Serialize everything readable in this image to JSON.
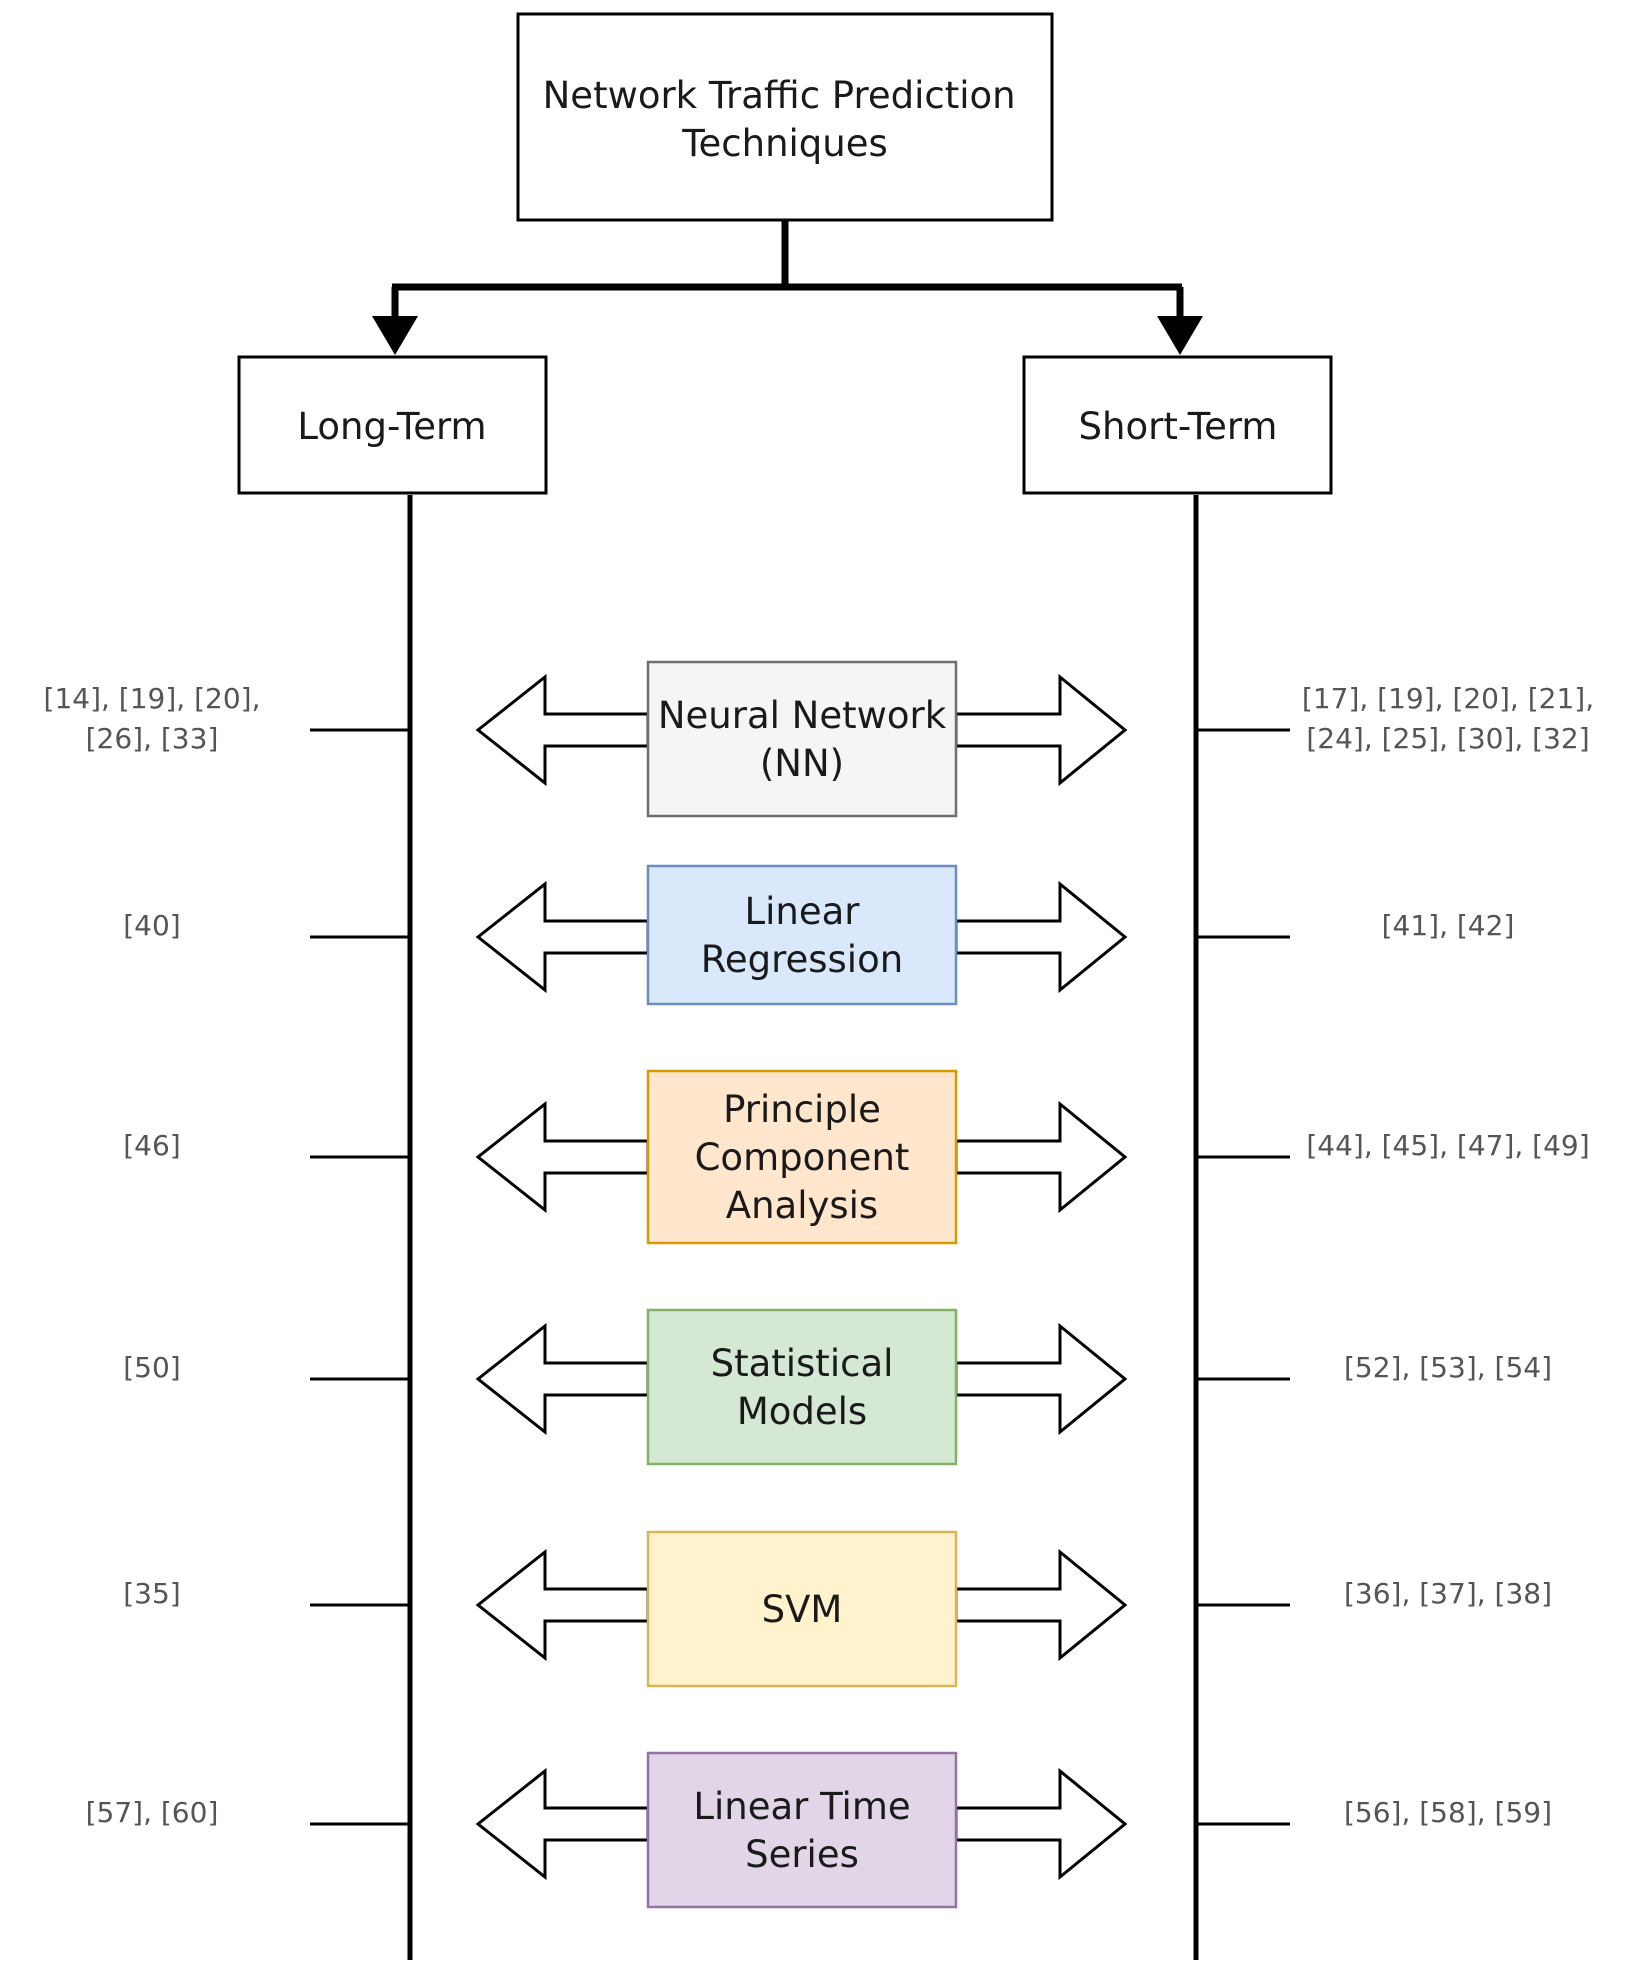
{
  "root": {
    "lines": [
      "Network Traffic Prediction",
      "Techniques"
    ]
  },
  "branches": {
    "long_term": "Long-Term",
    "short_term": "Short-Term"
  },
  "techniques": [
    {
      "id": "nn",
      "lines": [
        "Neural Network",
        "(NN)"
      ],
      "fill": "#f5f5f5",
      "stroke": "#6f6f6f",
      "long_refs": [
        "[14], [19], [20],",
        "[26], [33]"
      ],
      "short_refs": [
        "[17], [19], [20], [21],",
        "[24], [25], [30], [32]"
      ]
    },
    {
      "id": "lr",
      "lines": [
        "Linear",
        "Regression"
      ],
      "fill": "#dae8fc",
      "stroke": "#6c8ebf",
      "long_refs": [
        "[40]"
      ],
      "short_refs": [
        "[41], [42]"
      ]
    },
    {
      "id": "pca",
      "lines": [
        "Principle",
        "Component",
        "Analysis"
      ],
      "fill": "#ffe6cc",
      "stroke": "#d79b00",
      "long_refs": [
        "[46]"
      ],
      "short_refs": [
        "[44], [45], [47], [49]"
      ]
    },
    {
      "id": "sm",
      "lines": [
        "Statistical",
        "Models"
      ],
      "fill": "#d5e8d4",
      "stroke": "#82b366",
      "long_refs": [
        "[50]"
      ],
      "short_refs": [
        "[52], [53], [54]"
      ]
    },
    {
      "id": "svm",
      "lines": [
        "SVM"
      ],
      "fill": "#fff2cc",
      "stroke": "#d6b656",
      "long_refs": [
        "[35]"
      ],
      "short_refs": [
        "[36], [37], [38]"
      ]
    },
    {
      "id": "lts",
      "lines": [
        "Linear Time",
        "Series"
      ],
      "fill": "#e1d5e7",
      "stroke": "#9673a6",
      "long_refs": [
        "[57], [60]"
      ],
      "short_refs": [
        "[56], [58], [59]"
      ]
    }
  ]
}
